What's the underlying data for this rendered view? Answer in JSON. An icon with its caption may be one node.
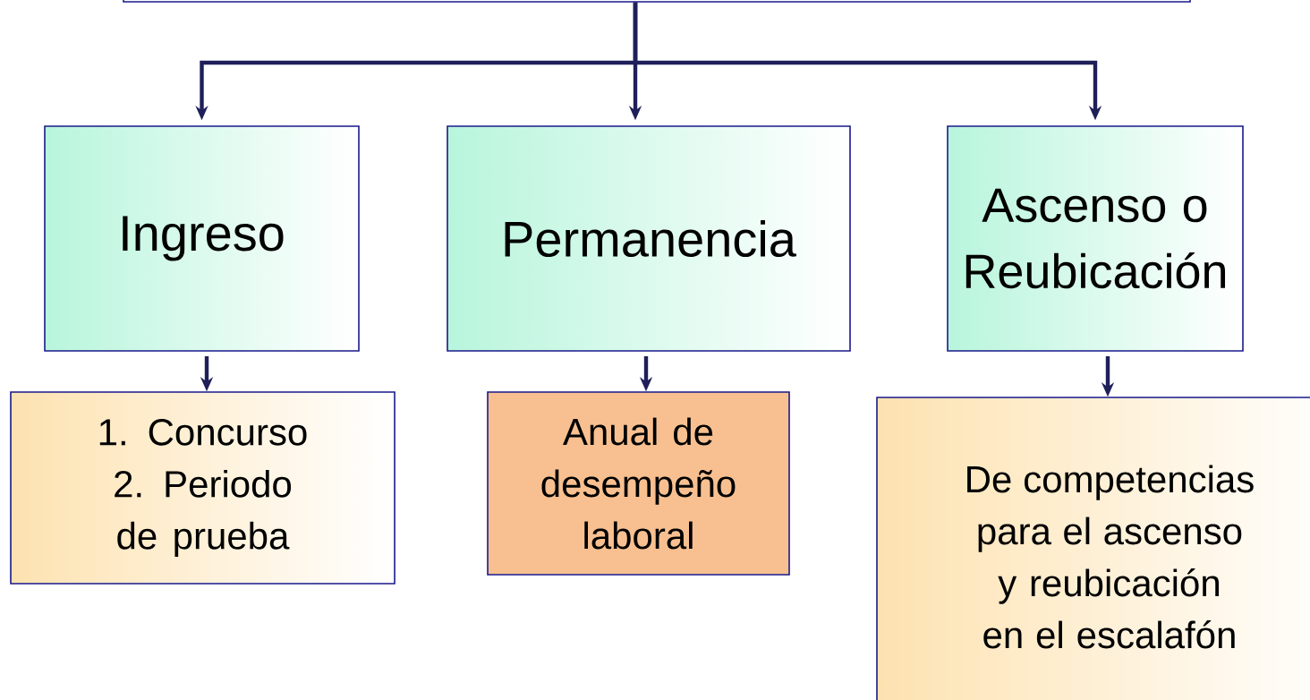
{
  "diagram": {
    "nodes": [
      {
        "text": [],
        "shape": "box"
      },
      {
        "text": [
          "Ingreso"
        ]
      },
      {
        "text": [
          "Permanencia"
        ]
      },
      {
        "text": [
          "Ascenso o Reubicación"
        ]
      },
      {
        "text": [
          "1. Concurso",
          "2. Periodo de prueba"
        ]
      },
      {
        "text": [
          "Anual de desempeño laboral"
        ]
      },
      {
        "text": [
          "De competencias para el ascenso y reubicación en el escalafón"
        ]
      }
    ],
    "edges": [
      {
        "from": 0,
        "to": 1,
        "arrow": "to"
      },
      {
        "from": 0,
        "to": 2,
        "arrow": "to"
      },
      {
        "from": 0,
        "to": 3,
        "arrow": "to"
      },
      {
        "from": 1,
        "to": 4,
        "arrow": "to"
      },
      {
        "from": 2,
        "to": 5,
        "arrow": "to"
      },
      {
        "from": 3,
        "to": 6,
        "arrow": "to"
      }
    ]
  }
}
